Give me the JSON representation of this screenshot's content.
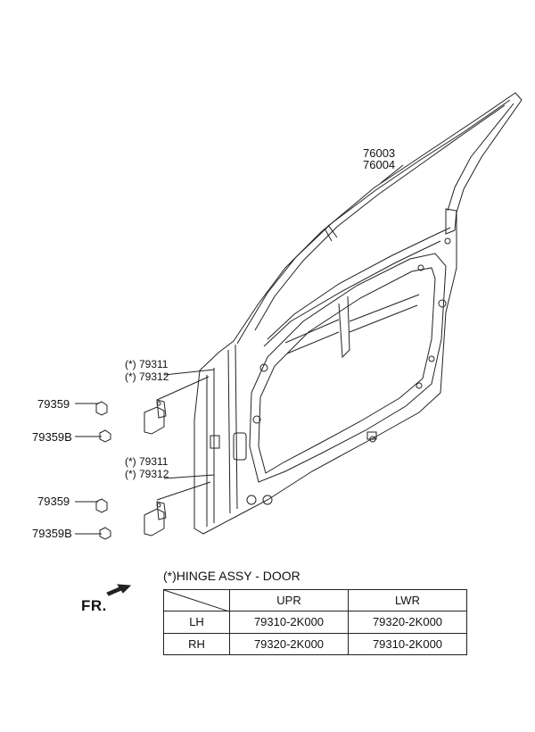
{
  "parts": {
    "door_panel_1": "76003",
    "door_panel_2": "76004",
    "upper_hinge_1": "(*) 79311",
    "upper_hinge_2": "(*) 79312",
    "lower_hinge_1": "(*) 79311",
    "lower_hinge_2": "(*) 79312",
    "bolt_upper": "79359",
    "bolt_b_upper": "79359B",
    "bolt_lower": "79359",
    "bolt_b_lower": "79359B"
  },
  "legend": {
    "note": "(*)HINGE ASSY - DOOR",
    "direction": "FR."
  },
  "table": {
    "columns": [
      "UPR",
      "LWR"
    ],
    "rows": [
      {
        "side": "LH",
        "upr": "79310-2K000",
        "lwr": "79320-2K000"
      },
      {
        "side": "RH",
        "upr": "79320-2K000",
        "lwr": "79310-2K000"
      }
    ]
  }
}
